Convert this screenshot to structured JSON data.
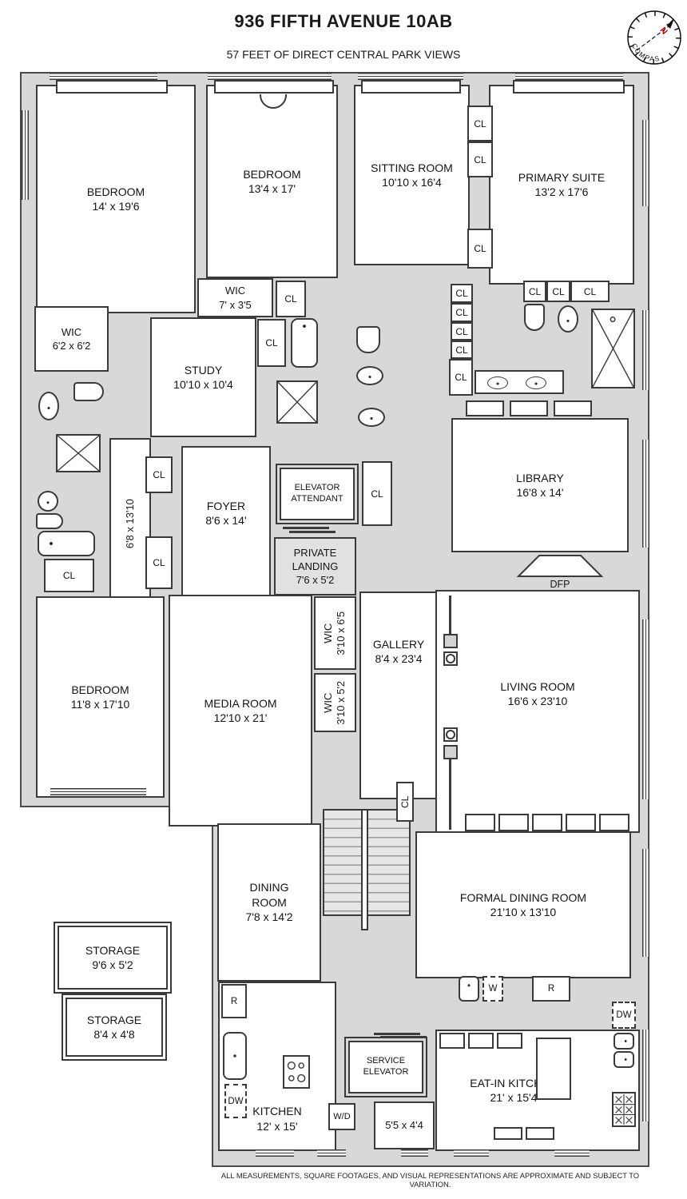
{
  "header": {
    "title": "936 FIFTH AVENUE 10AB",
    "subtitle": "57 FEET OF DIRECT CENTRAL PARK VIEWS"
  },
  "compass": {
    "label": "COMPASS",
    "north_label": "N"
  },
  "rooms": {
    "bedroom1": {
      "name": "BEDROOM",
      "dims": "14' x 19'6"
    },
    "bedroom2": {
      "name": "BEDROOM",
      "dims": "13'4 x 17'"
    },
    "sitting_room": {
      "name": "SITTING ROOM",
      "dims": "10'10 x 16'4"
    },
    "primary_suite": {
      "name": "PRIMARY SUITE",
      "dims": "13'2 x 17'6"
    },
    "wic_top": {
      "name": "WIC",
      "dims": "7' x 3'5"
    },
    "wic_left": {
      "name": "WIC",
      "dims": "6'2 x 6'2"
    },
    "study": {
      "name": "STUDY",
      "dims": "10'10 x 10'4"
    },
    "hall": {
      "dims": "6'8 x 13'10"
    },
    "foyer": {
      "name": "FOYER",
      "dims": "8'6 x 14'"
    },
    "elevator_attendant": {
      "name": "ELEVATOR ATTENDANT"
    },
    "private_landing": {
      "name": "PRIVATE LANDING",
      "dims": "7'6 x 5'2"
    },
    "library": {
      "name": "LIBRARY",
      "dims": "16'8 x 14'"
    },
    "bedroom3": {
      "name": "BEDROOM",
      "dims": "11'8 x 17'10"
    },
    "media_room": {
      "name": "MEDIA ROOM",
      "dims": "12'10 x 21'"
    },
    "wic_gallery1": {
      "name": "WIC",
      "dims": "3'10 x 6'5"
    },
    "wic_gallery2": {
      "name": "WIC",
      "dims": "3'10 x 5'2"
    },
    "gallery": {
      "name": "GALLERY",
      "dims": "8'4 x 23'4"
    },
    "living_room": {
      "name": "LIVING ROOM",
      "dims": "16'6 x 23'10"
    },
    "dining_room": {
      "name": "DINING ROOM",
      "dims": "7'8 x 14'2"
    },
    "formal_dining": {
      "name": "FORMAL DINING ROOM",
      "dims": "21'10 x 13'10"
    },
    "kitchen": {
      "name": "KITCHEN",
      "dims": "12' x 15'"
    },
    "service_elevator": {
      "name": "SERVICE ELEVATOR"
    },
    "pantry_nook": {
      "dims": "5'5 x 4'4"
    },
    "eat_in_kitchen": {
      "name": "EAT-IN KITCHEN",
      "dims": "21' x 15'4"
    },
    "storage1": {
      "name": "STORAGE",
      "dims": "9'6 x 5'2"
    },
    "storage2": {
      "name": "STORAGE",
      "dims": "8'4 x 4'8"
    }
  },
  "labels": {
    "closet": "CL",
    "fireplace": "DFP",
    "refrigerator": "R",
    "washer": "W",
    "dishwasher": "DW",
    "washer_dryer": "W/D"
  },
  "footer": {
    "disclaimer": "ALL MEASUREMENTS, SQUARE FOOTAGES, AND VISUAL REPRESENTATIONS ARE APPROXIMATE AND SUBJECT TO VARIATION."
  },
  "colors": {
    "wall_fill": "#d8d8d8",
    "line": "#3a3a3a",
    "room_fill": "#ffffff",
    "north": "#cc0000"
  }
}
